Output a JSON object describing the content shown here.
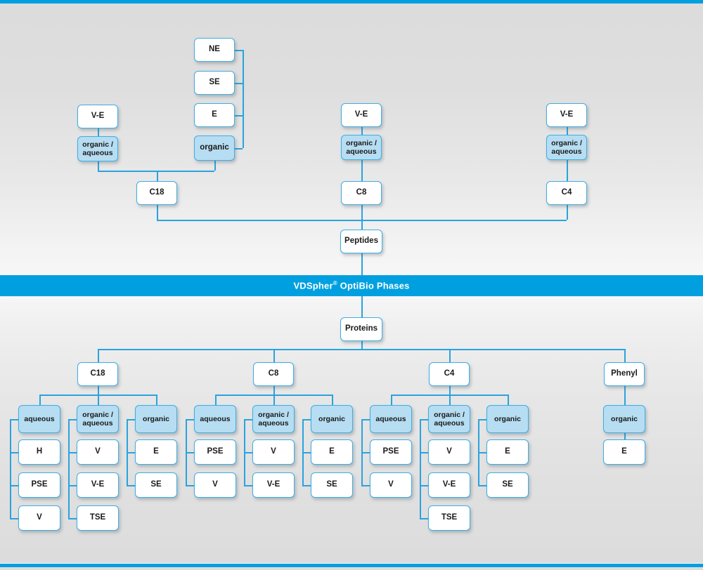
{
  "banner": {
    "text_main": "VDSpher",
    "text_sup": "®",
    "text_tail": " OptiBio Phases"
  },
  "colors": {
    "accent": "#00a0e0",
    "line": "#2aa3de",
    "node_border": "#3eaee4",
    "node_fill": "#ffffff",
    "node_fill_highlight": "#b6ddf2",
    "text": "#1a1a1a",
    "banner_text": "#ffffff"
  },
  "peptides": {
    "root_label": "Peptides",
    "columns": [
      {
        "id": "c18",
        "label": "C18",
        "left_stack": {
          "top_label": "V-E",
          "mode_label": "organic /\naqueous"
        },
        "right_stack": {
          "items": [
            "NE",
            "SE",
            "E"
          ],
          "mode_label": "organic"
        }
      },
      {
        "id": "c8",
        "label": "C8",
        "left_stack": {
          "top_label": "V-E",
          "mode_label": "organic /\naqueous"
        }
      },
      {
        "id": "c4",
        "label": "C4",
        "left_stack": {
          "top_label": "V-E",
          "mode_label": "organic /\naqueous"
        }
      }
    ]
  },
  "proteins": {
    "root_label": "Proteins",
    "columns": [
      {
        "id": "p-c18",
        "label": "C18",
        "modes": [
          {
            "label": "aqueous",
            "items": [
              "H",
              "PSE",
              "V"
            ]
          },
          {
            "label": "organic /\naqueous",
            "items": [
              "V",
              "V-E",
              "TSE"
            ]
          },
          {
            "label": "organic",
            "items": [
              "E",
              "SE"
            ]
          }
        ]
      },
      {
        "id": "p-c8",
        "label": "C8",
        "modes": [
          {
            "label": "aqueous",
            "items": [
              "PSE",
              "V"
            ]
          },
          {
            "label": "organic /\naqueous",
            "items": [
              "V",
              "V-E"
            ]
          },
          {
            "label": "organic",
            "items": [
              "E",
              "SE"
            ]
          }
        ]
      },
      {
        "id": "p-c4",
        "label": "C4",
        "modes": [
          {
            "label": "aqueous",
            "items": [
              "PSE",
              "V"
            ]
          },
          {
            "label": "organic /\naqueous",
            "items": [
              "V",
              "V-E",
              "TSE"
            ]
          },
          {
            "label": "organic",
            "items": [
              "E",
              "SE"
            ]
          }
        ]
      },
      {
        "id": "p-phenyl",
        "label": "Phenyl",
        "modes": [
          {
            "label": "organic",
            "items": [
              "E"
            ]
          }
        ]
      }
    ]
  }
}
